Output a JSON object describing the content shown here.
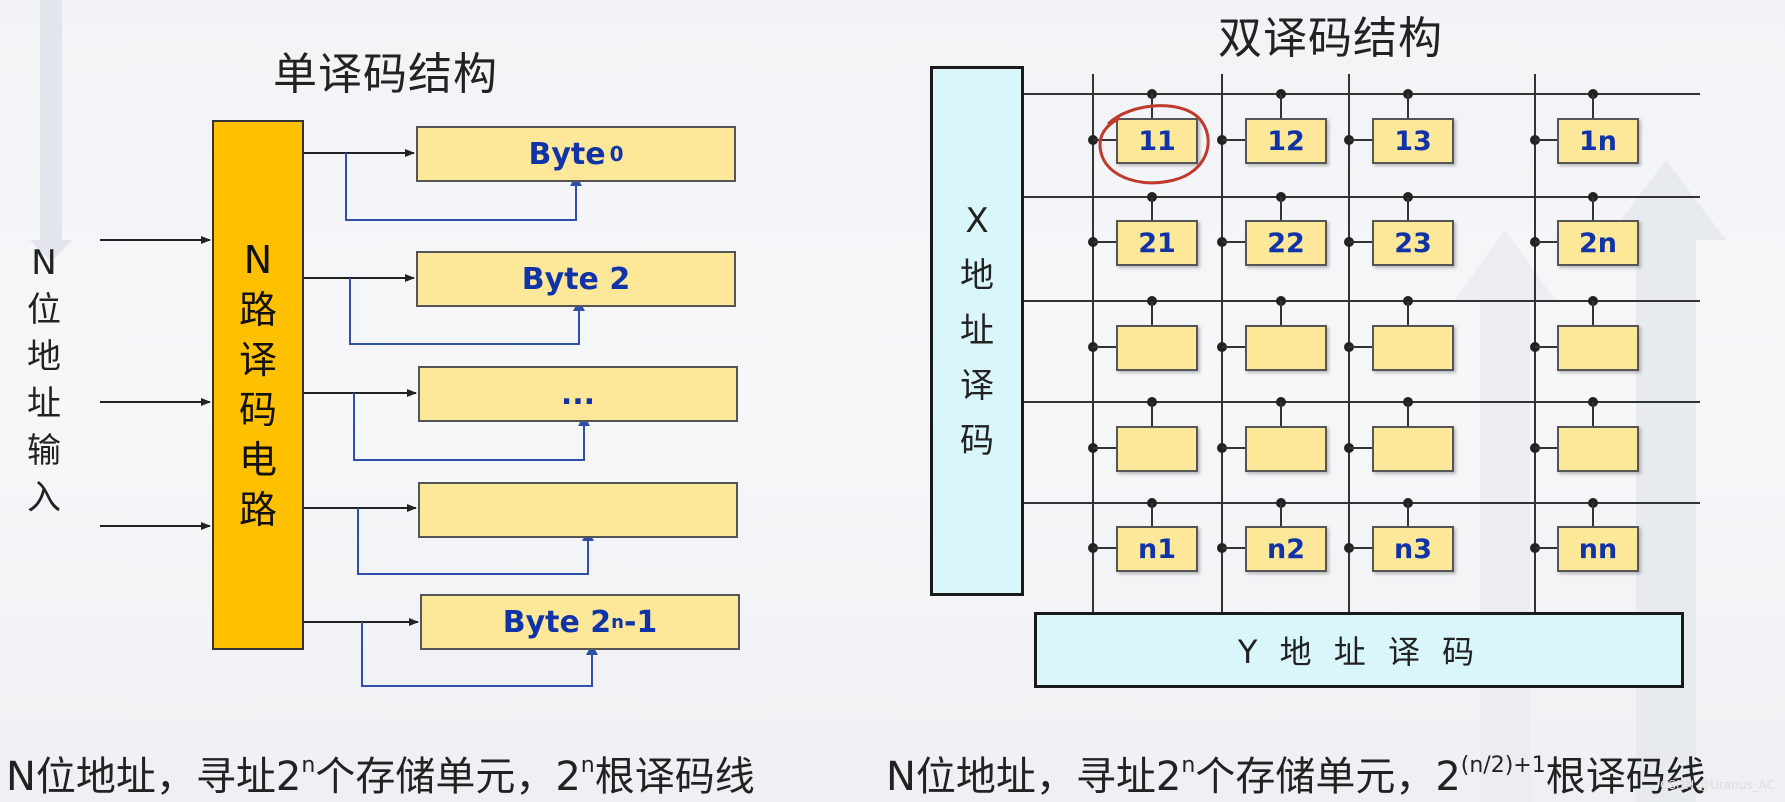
{
  "left": {
    "title": "单译码结构",
    "input_label": [
      "N",
      "位",
      "地",
      "址",
      "输",
      "入"
    ],
    "decoder_label": [
      "N",
      "路",
      "译",
      "码",
      "电",
      "路"
    ],
    "bytes": [
      {
        "text": "Byte",
        "sub": "0",
        "sup": "",
        "tail": ""
      },
      {
        "text": "Byte 2",
        "sub": "",
        "sup": "",
        "tail": ""
      },
      {
        "text": "...",
        "sub": "",
        "sup": "",
        "tail": ""
      },
      {
        "text": "",
        "sub": "",
        "sup": "",
        "tail": ""
      },
      {
        "text": "Byte 2",
        "sub": "",
        "sup": "n",
        "tail": "-1"
      }
    ],
    "caption": {
      "a": "N位地址，寻址2",
      "sup1": "n",
      "b": "个存储单元，2",
      "sup2": "n",
      "c": "根译码线"
    }
  },
  "right": {
    "title": "双译码结构",
    "x_decoder": [
      "X",
      "地",
      "址",
      "译",
      "码"
    ],
    "y_decoder": "Y 地 址 译 码",
    "cells": [
      [
        "11",
        "12",
        "13",
        "1n"
      ],
      [
        "21",
        "22",
        "23",
        "2n"
      ],
      [
        "",
        "",
        "",
        ""
      ],
      [
        "",
        "",
        "",
        ""
      ],
      [
        "n1",
        "n2",
        "n3",
        "nn"
      ]
    ],
    "highlighted_cell": "11",
    "highlight_color": "#c0392b",
    "caption": {
      "a": "N位地址，寻址2",
      "sup1": "n",
      "b": "个存储单元，2",
      "sup2": "(n/2)+1",
      "c": "根译码线"
    }
  },
  "watermark": {
    "credit": "CSDN @Uranus_AC"
  },
  "colors": {
    "decoder": "#ffc000",
    "byte_fill": "#fde89a",
    "byte_text": "#1033a8",
    "decoder_box": "#d9f6fa",
    "feedback_line": "#2f4fa8"
  }
}
